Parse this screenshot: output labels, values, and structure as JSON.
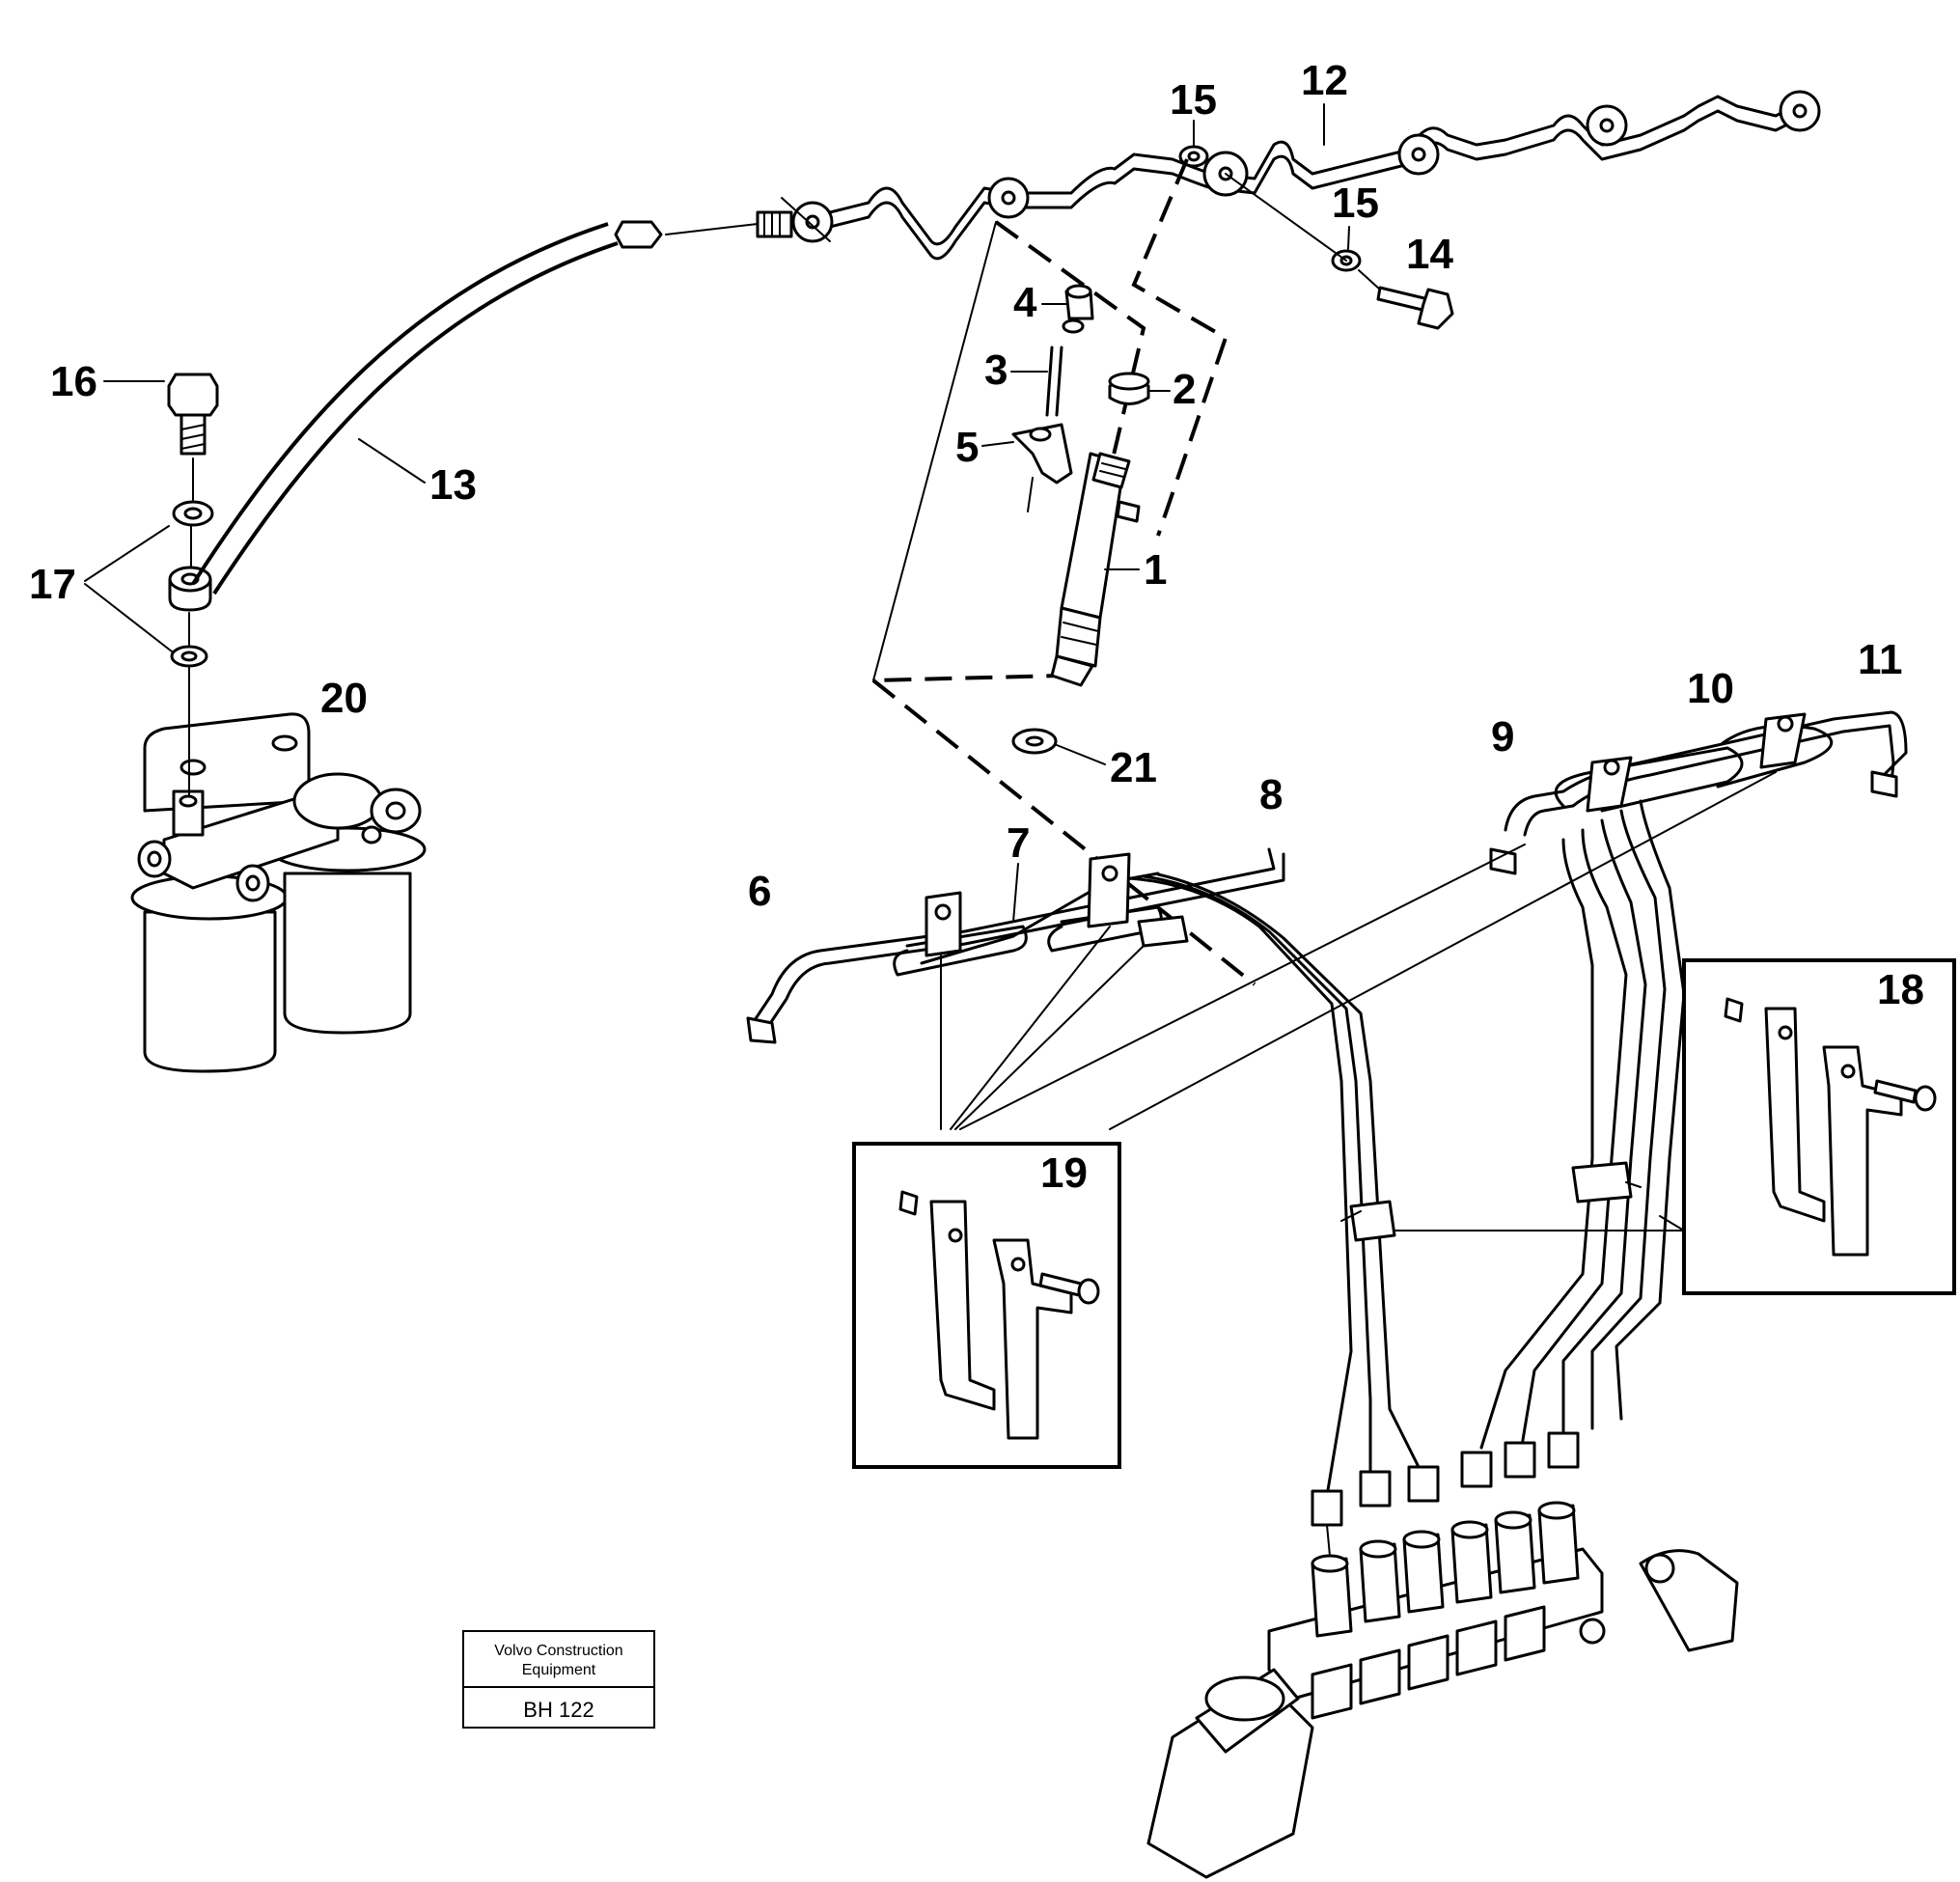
{
  "callouts": {
    "c1": "1",
    "c2": "2",
    "c3": "3",
    "c4": "4",
    "c5": "5",
    "c6": "6",
    "c7": "7",
    "c8": "8",
    "c9": "9",
    "c10": "10",
    "c11": "11",
    "c12": "12",
    "c13": "13",
    "c14": "14",
    "c15a": "15",
    "c15b": "15",
    "c16": "16",
    "c17": "17",
    "c18": "18",
    "c19": "19",
    "c20": "20",
    "c21": "21"
  },
  "title_block": {
    "company_line1": "Volvo Construction",
    "company_line2": "Equipment",
    "drawing_code": "BH 122"
  }
}
